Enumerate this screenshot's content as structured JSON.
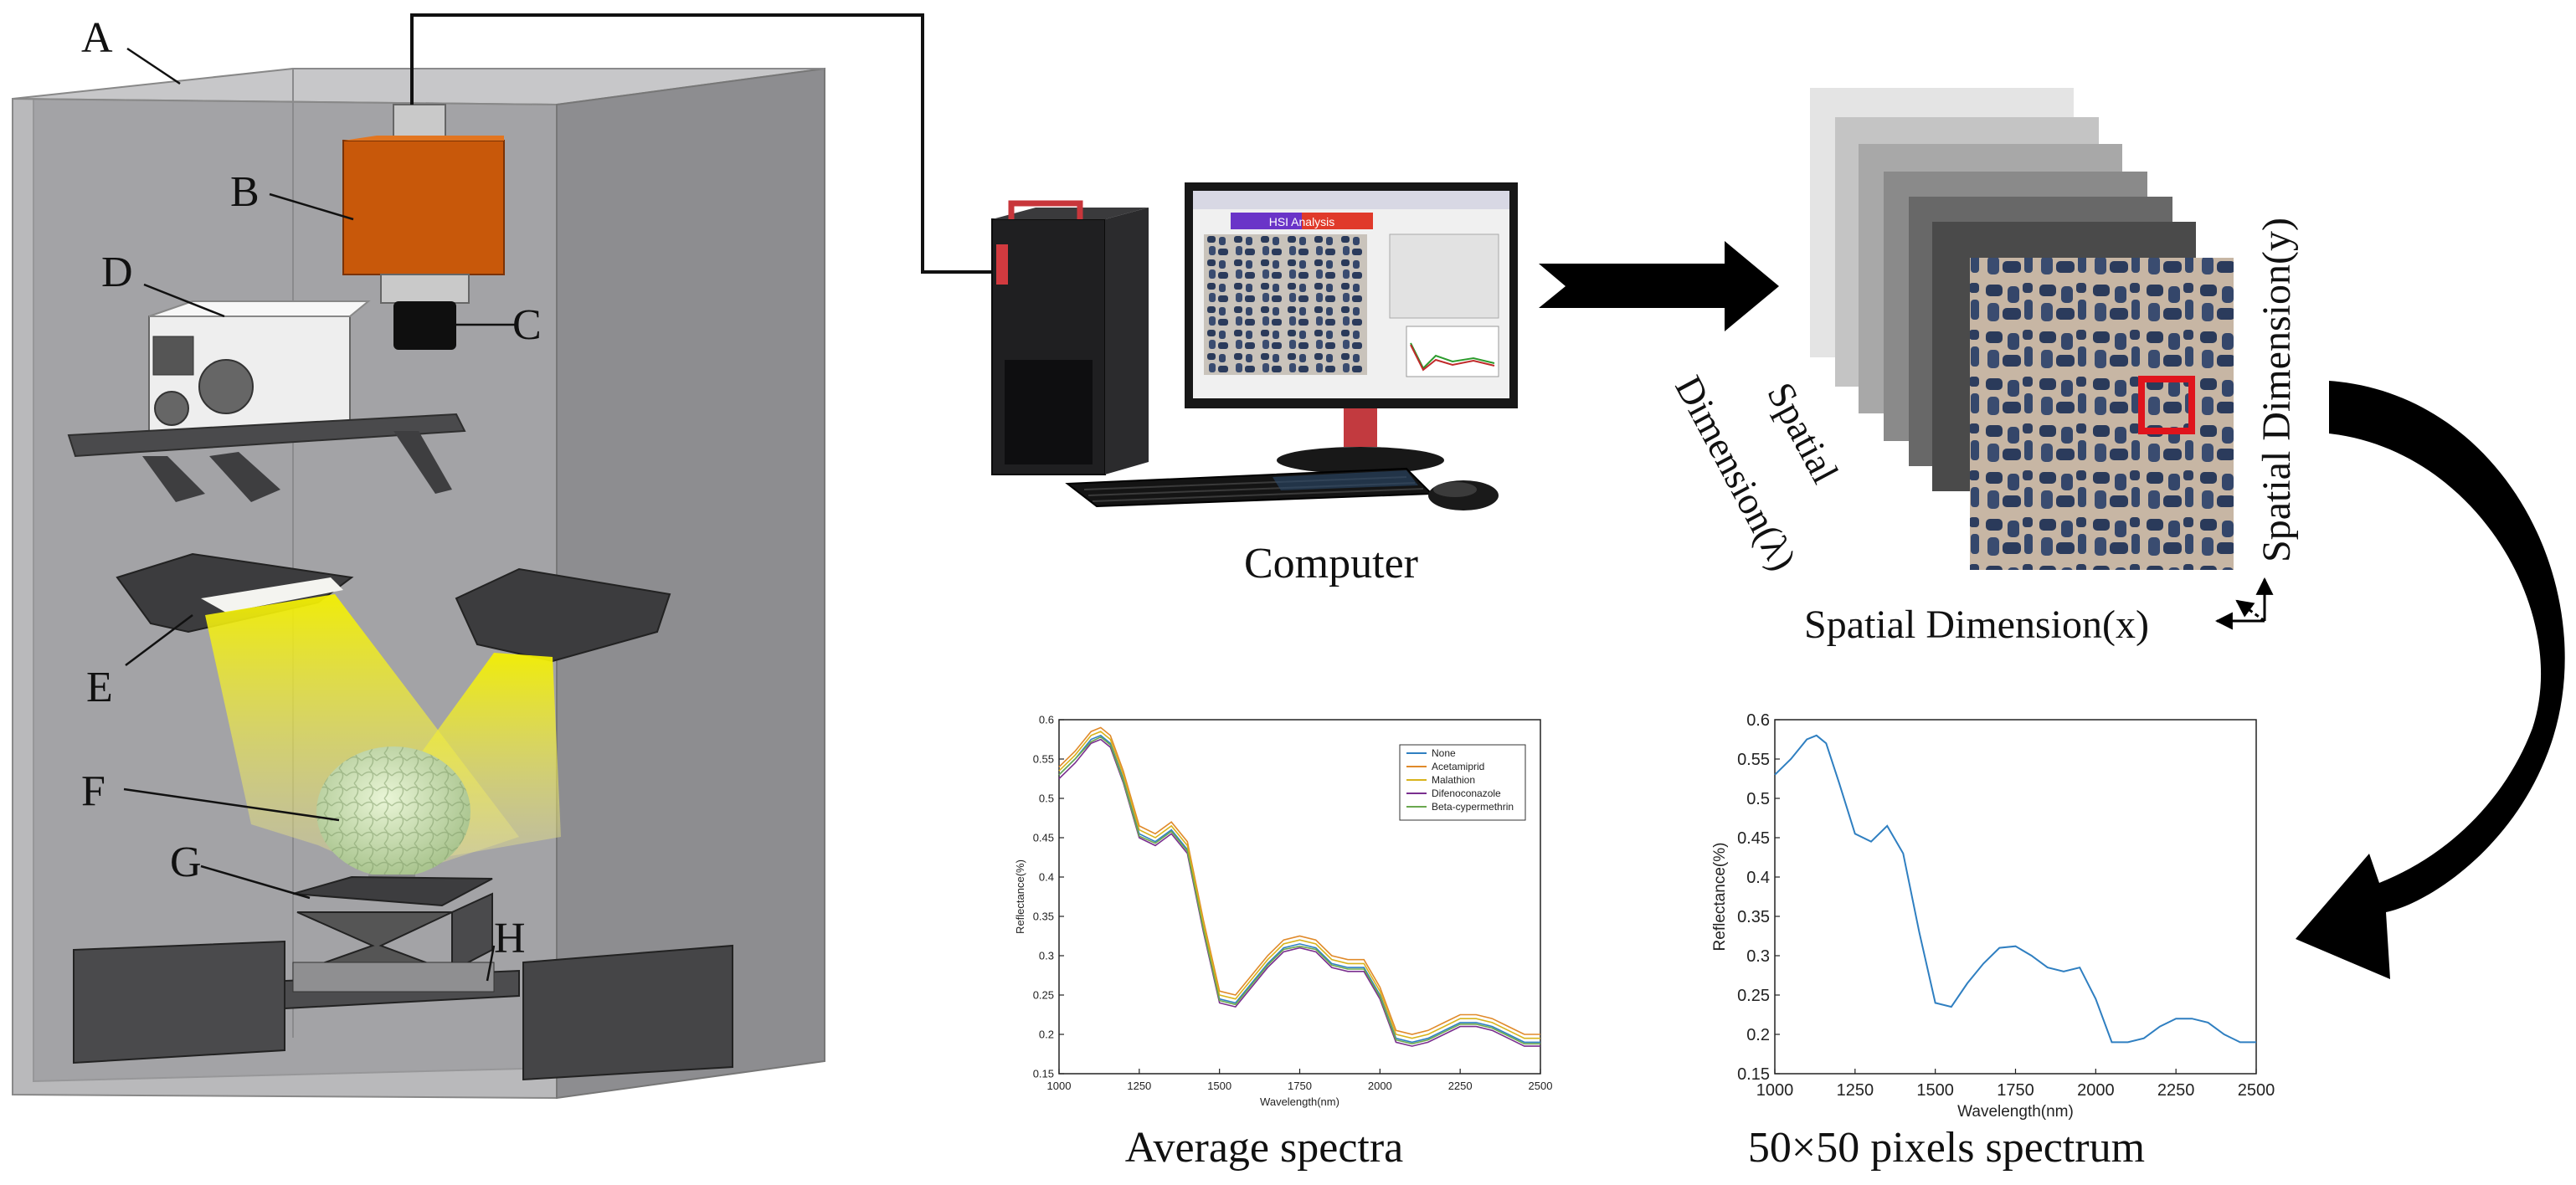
{
  "apparatus": {
    "labels": {
      "A": "A",
      "B": "B",
      "C": "C",
      "D": "D",
      "E": "E",
      "F": "F",
      "G": "G",
      "H": "H"
    }
  },
  "computer": {
    "caption": "Computer",
    "screen_title": "HSI Analysis"
  },
  "cube": {
    "label_lambda_1": "Spatial",
    "label_lambda_2": "Dimension(λ)",
    "label_y": "Spatial Dimension(y)",
    "label_x": "Spatial Dimension(x)",
    "roi_color": "#e0141c"
  },
  "colors": {
    "light_yellow": "#f2ee1a",
    "camera_orange": "#c8580a",
    "series_blue": "#2f7fc1"
  },
  "chart_data": [
    {
      "type": "line",
      "caption": "Average spectra",
      "xlabel": "Wavelength(nm)",
      "ylabel": "Reflectance(%)",
      "xlim": [
        1000,
        2500
      ],
      "ylim": [
        0.15,
        0.6
      ],
      "xticks": [
        "1000",
        "1250",
        "1500",
        "1750",
        "2000",
        "2250",
        "2500"
      ],
      "yticks": [
        "0.15",
        "0.2",
        "0.25",
        "0.3",
        "0.35",
        "0.4",
        "0.45",
        "0.5",
        "0.55",
        "0.6"
      ],
      "legend_position": "top-right",
      "x": [
        1000,
        1050,
        1100,
        1130,
        1160,
        1200,
        1250,
        1300,
        1350,
        1400,
        1450,
        1500,
        1550,
        1600,
        1650,
        1700,
        1750,
        1800,
        1850,
        1900,
        1950,
        2000,
        2050,
        2100,
        2150,
        2200,
        2250,
        2300,
        2350,
        2400,
        2450,
        2500
      ],
      "series": [
        {
          "name": "None",
          "color": "#2f7fc1",
          "values": [
            0.53,
            0.55,
            0.575,
            0.58,
            0.57,
            0.525,
            0.455,
            0.445,
            0.46,
            0.435,
            0.335,
            0.245,
            0.24,
            0.265,
            0.29,
            0.31,
            0.315,
            0.31,
            0.29,
            0.285,
            0.285,
            0.25,
            0.195,
            0.19,
            0.195,
            0.205,
            0.215,
            0.215,
            0.21,
            0.2,
            0.19,
            0.19
          ]
        },
        {
          "name": "Acetamiprid",
          "color": "#e08a2a",
          "values": [
            0.54,
            0.56,
            0.585,
            0.59,
            0.58,
            0.535,
            0.465,
            0.455,
            0.47,
            0.445,
            0.345,
            0.255,
            0.25,
            0.275,
            0.3,
            0.32,
            0.325,
            0.32,
            0.3,
            0.295,
            0.295,
            0.26,
            0.205,
            0.2,
            0.205,
            0.215,
            0.225,
            0.225,
            0.22,
            0.21,
            0.2,
            0.2
          ]
        },
        {
          "name": "Malathion",
          "color": "#d8b31c",
          "values": [
            0.535,
            0.555,
            0.58,
            0.585,
            0.575,
            0.53,
            0.46,
            0.45,
            0.465,
            0.44,
            0.34,
            0.25,
            0.245,
            0.27,
            0.295,
            0.315,
            0.32,
            0.315,
            0.295,
            0.29,
            0.29,
            0.255,
            0.2,
            0.195,
            0.2,
            0.21,
            0.22,
            0.22,
            0.215,
            0.205,
            0.195,
            0.195
          ]
        },
        {
          "name": "Difenoconazole",
          "color": "#7a2f8f",
          "values": [
            0.525,
            0.545,
            0.57,
            0.575,
            0.565,
            0.52,
            0.45,
            0.44,
            0.455,
            0.43,
            0.33,
            0.24,
            0.235,
            0.26,
            0.285,
            0.305,
            0.31,
            0.305,
            0.285,
            0.28,
            0.28,
            0.245,
            0.19,
            0.185,
            0.19,
            0.2,
            0.21,
            0.21,
            0.205,
            0.195,
            0.185,
            0.185
          ]
        },
        {
          "name": "Beta-cypermethrin",
          "color": "#6aa84f",
          "values": [
            0.53,
            0.55,
            0.572,
            0.578,
            0.568,
            0.522,
            0.452,
            0.443,
            0.458,
            0.433,
            0.333,
            0.243,
            0.238,
            0.263,
            0.288,
            0.308,
            0.312,
            0.308,
            0.288,
            0.283,
            0.283,
            0.248,
            0.193,
            0.188,
            0.193,
            0.203,
            0.213,
            0.213,
            0.208,
            0.198,
            0.188,
            0.188
          ]
        }
      ]
    },
    {
      "type": "line",
      "caption": "50×50 pixels spectrum",
      "xlabel": "Wavelength(nm)",
      "ylabel": "Reflectance(%)",
      "xlim": [
        1000,
        2500
      ],
      "ylim": [
        0.15,
        0.6
      ],
      "xticks": [
        "1000",
        "1250",
        "1500",
        "1750",
        "2000",
        "2250",
        "2500"
      ],
      "yticks": [
        "0.15",
        "0.2",
        "0.25",
        "0.3",
        "0.35",
        "0.4",
        "0.45",
        "0.5",
        "0.55",
        "0.6"
      ],
      "x": [
        1000,
        1050,
        1100,
        1130,
        1160,
        1200,
        1250,
        1300,
        1350,
        1400,
        1450,
        1500,
        1550,
        1600,
        1650,
        1700,
        1750,
        1800,
        1850,
        1900,
        1950,
        2000,
        2050,
        2100,
        2150,
        2200,
        2250,
        2300,
        2350,
        2400,
        2450,
        2500
      ],
      "series": [
        {
          "color": "#2f7fc1",
          "values": [
            0.53,
            0.55,
            0.575,
            0.58,
            0.57,
            0.52,
            0.455,
            0.445,
            0.465,
            0.43,
            0.33,
            0.24,
            0.235,
            0.265,
            0.29,
            0.31,
            0.312,
            0.3,
            0.285,
            0.28,
            0.285,
            0.245,
            0.19,
            0.19,
            0.195,
            0.21,
            0.22,
            0.22,
            0.215,
            0.2,
            0.19,
            0.19
          ]
        }
      ]
    }
  ]
}
